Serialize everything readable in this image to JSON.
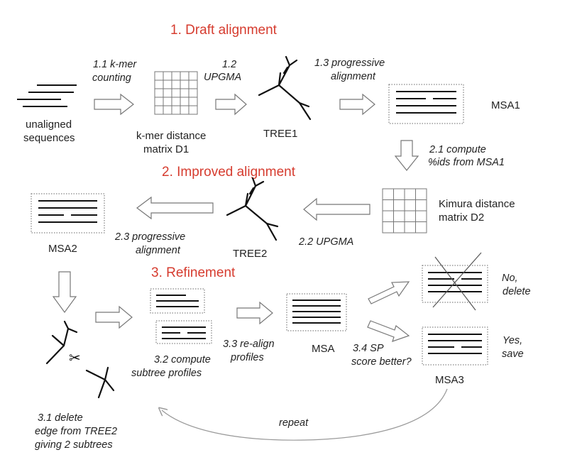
{
  "stages": {
    "draft": "1. Draft alignment",
    "improved": "2. Improved alignment",
    "refinement": "3. Refinement"
  },
  "labels": {
    "unaligned_1": "unaligned",
    "unaligned_2": "sequences",
    "kmer_matrix_1": "k-mer distance",
    "kmer_matrix_2": "matrix D1",
    "tree1": "TREE1",
    "msa1": "MSA1",
    "kimura_1": "Kimura distance",
    "kimura_2": "matrix D2",
    "tree2": "TREE2",
    "msa2": "MSA2",
    "msa": "MSA",
    "msa3": "MSA3"
  },
  "steps": {
    "s11_a": "1.1 k-mer",
    "s11_b": "counting",
    "s12_a": "1.2",
    "s12_b": "UPGMA",
    "s13_a": "1.3 progressive",
    "s13_b": "alignment",
    "s21_a": "2.1 compute",
    "s21_b": "%ids from MSA1",
    "s22": "2.2 UPGMA",
    "s23_a": "2.3 progressive",
    "s23_b": "alignment",
    "s31_a": "3.1 delete",
    "s31_b": "edge from TREE2",
    "s31_c": "giving 2 subtrees",
    "s32_a": "3.2 compute",
    "s32_b": "subtree profiles",
    "s33_a": "3.3 re-align",
    "s33_b": "profiles",
    "s34_a": "3.4 SP",
    "s34_b": "score better?",
    "no_a": "No,",
    "no_b": "delete",
    "yes_a": "Yes,",
    "yes_b": "save",
    "repeat": "repeat"
  },
  "icons": {
    "scissors": "✂"
  },
  "colors": {
    "stage_title": "#d63c2f"
  }
}
